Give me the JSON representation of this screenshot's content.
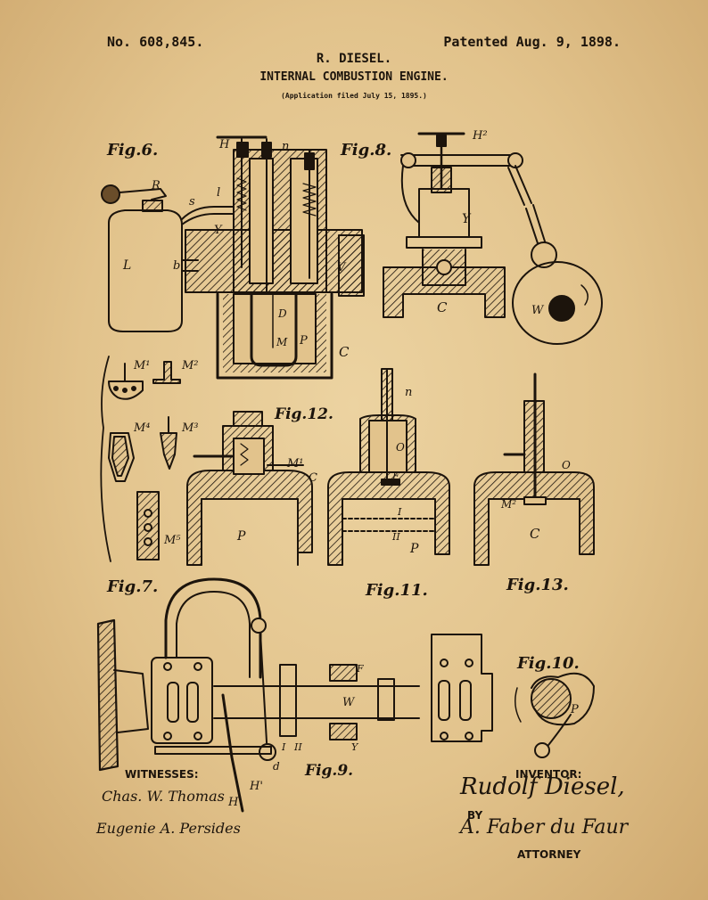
{
  "header": {
    "patent_number": "No. 608,845.",
    "patented_date": "Patented Aug. 9, 1898.",
    "inventor": "R. DIESEL.",
    "title": "INTERNAL COMBUSTION ENGINE.",
    "application": "(Application filed July 15, 1895.)"
  },
  "figures": {
    "fig6": "Fig.6.",
    "fig7": "Fig.7.",
    "fig8": "Fig.8.",
    "fig9": "Fig.9.",
    "fig10": "Fig.10.",
    "fig11": "Fig.11.",
    "fig12": "Fig.12.",
    "fig13": "Fig.13."
  },
  "labels": {
    "H": "H",
    "H2": "H²",
    "n": "n",
    "R": "R",
    "s": "s",
    "l": "l",
    "Y": "Y",
    "V": "V",
    "L": "L",
    "b": "b",
    "D": "D",
    "M": "M",
    "P": "P",
    "C": "C",
    "W": "W",
    "M1": "M¹",
    "M2": "M²",
    "M3": "M³",
    "M4": "M⁴",
    "M5": "M⁵",
    "O": "O",
    "F": "F",
    "I": "I",
    "II": "II",
    "H1": "H'",
    "d": "d"
  },
  "footer": {
    "witnesses_label": "WITNESSES:",
    "inventor_label": "INVENTOR:",
    "inventor_signature": "Rudolf Diesel,",
    "by_label": "BY",
    "attorney_label": "ATTORNEY"
  },
  "colors": {
    "paper": "#e2c38c",
    "ink": "#1c140c"
  }
}
